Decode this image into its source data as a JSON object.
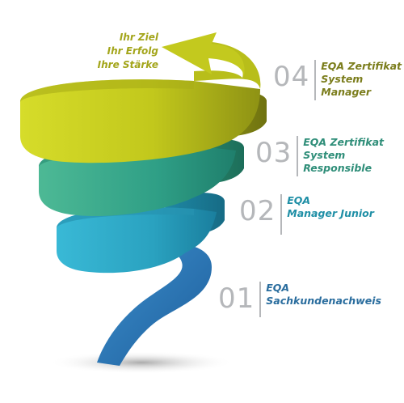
{
  "goal_lines": [
    "Ihr Ziel",
    "Ihr Erfolg",
    "Ihre Stärke"
  ],
  "steps": [
    {
      "number": "04",
      "lines": [
        "EQA Zertifikat",
        "System",
        "Manager"
      ],
      "color": "#7b7d1c"
    },
    {
      "number": "03",
      "lines": [
        "EQA Zertifikat",
        "System",
        "Responsible"
      ],
      "color": "#2f8e79"
    },
    {
      "number": "02",
      "lines": [
        "EQA",
        "Manager Junior"
      ],
      "color": "#1f8fa6"
    },
    {
      "number": "01",
      "lines": [
        "EQA",
        "Sachkundenachweis"
      ],
      "color": "#2a6d9e"
    }
  ],
  "colors": {
    "goal_text": "#a3a51a",
    "number_gray": "#b5b7ba",
    "band_yellow": "#c9cf1e",
    "band_green": "#3fae8d",
    "band_teal": "#2eaac2",
    "band_blue": "#2f78b8"
  }
}
